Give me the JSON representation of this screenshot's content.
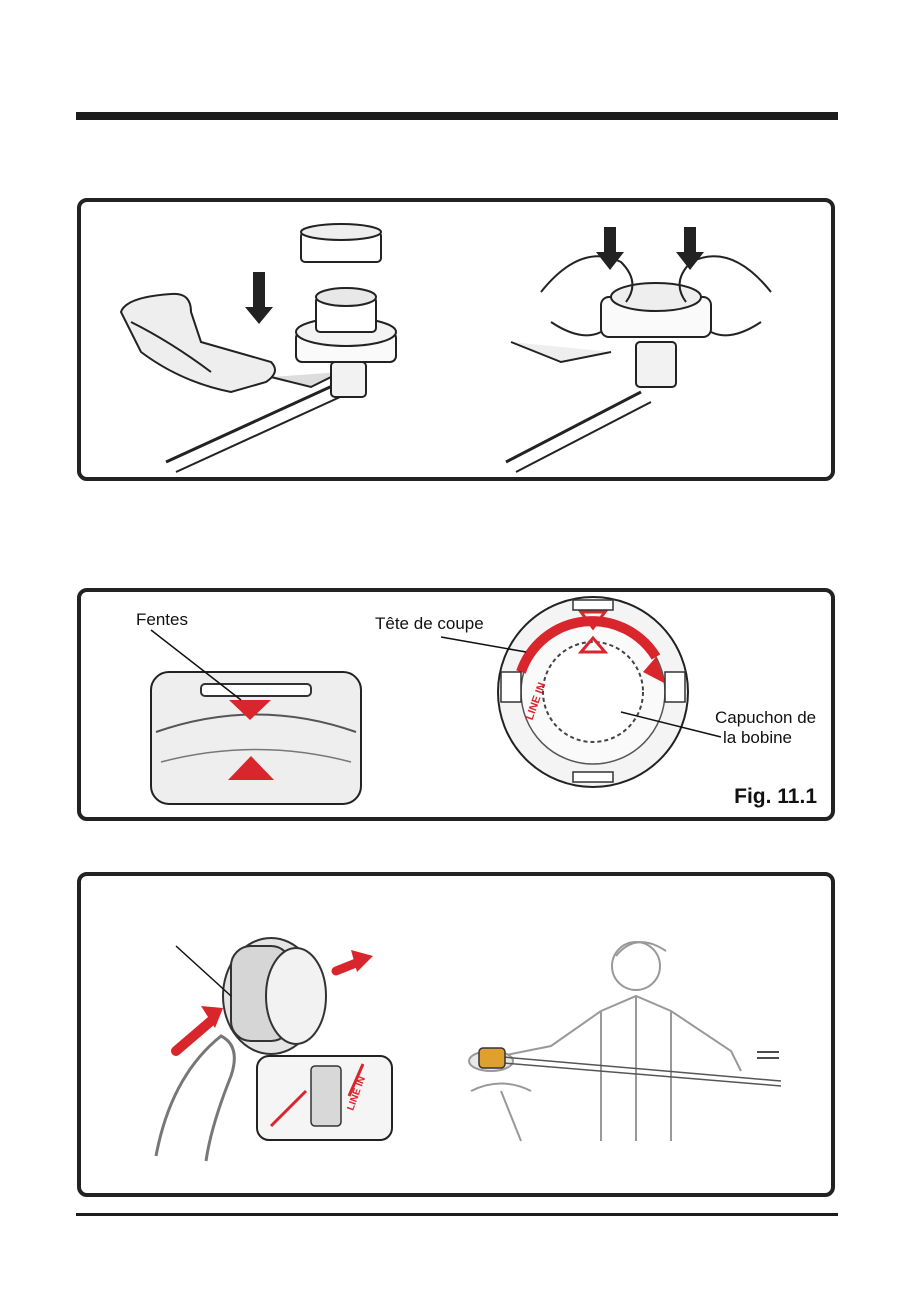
{
  "figure2": {
    "label_slots": "Fentes",
    "label_head": "Tête de coupe",
    "label_cap_line1": "Capuchon de",
    "label_cap_line2": "la bobine",
    "fig_number": "Fig. 11.1",
    "marking": "LINE IN"
  },
  "figure3": {
    "marking": "LINE IN"
  },
  "colors": {
    "accent_red": "#d9262c",
    "line": "#222222",
    "gray": "#8a8a8a"
  }
}
